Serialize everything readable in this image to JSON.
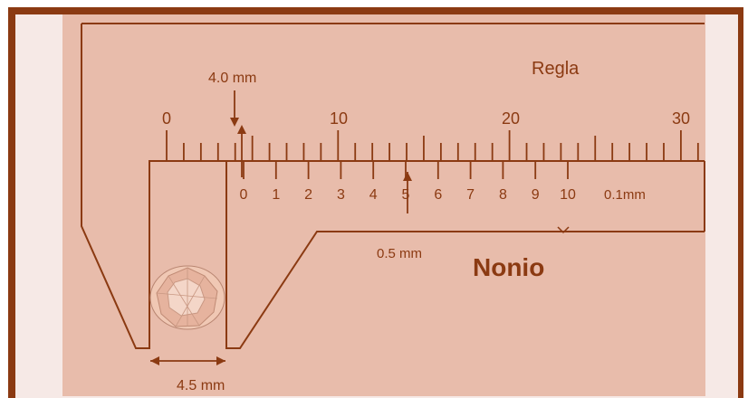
{
  "colors": {
    "frame": "#8b3a12",
    "page_background": "#f6e9e6",
    "diagram_background": "#e8bcab",
    "ink": "#8b3a12"
  },
  "labels": {
    "regla": "Regla",
    "nonio": "Nonio",
    "pointer_4mm": "4.0 mm",
    "jaw_4_5mm": "4.5 mm",
    "nonius_0_5mm": "0.5 mm",
    "nonius_0_1mm": "0.1mm"
  },
  "main_scale": {
    "numbers": [
      "0",
      "10",
      "20",
      "30"
    ]
  },
  "vernier_scale": {
    "numbers": [
      "0",
      "1",
      "2",
      "3",
      "4",
      "5",
      "6",
      "7",
      "8",
      "9",
      "10"
    ]
  },
  "icons": {
    "gem": "gem-icon"
  }
}
